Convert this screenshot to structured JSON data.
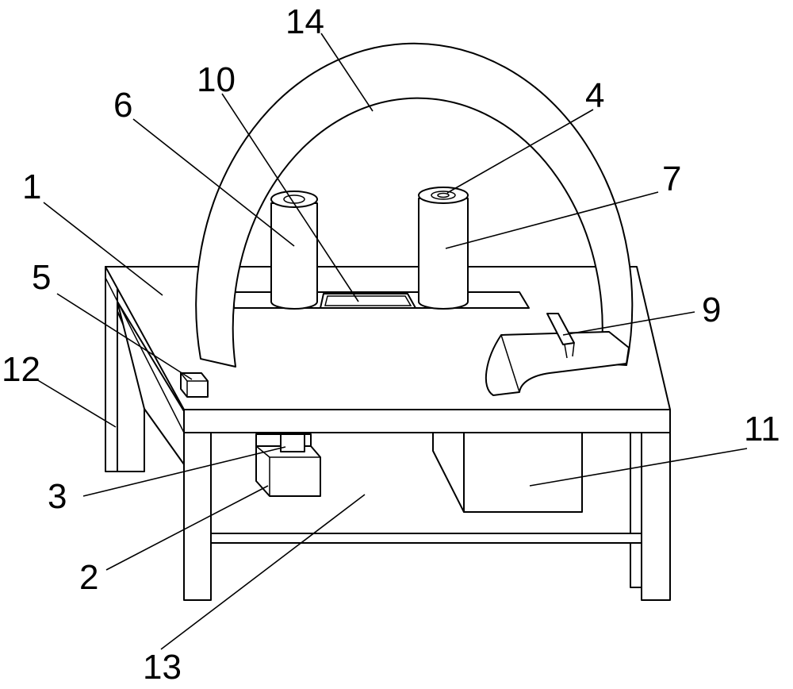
{
  "callouts": [
    {
      "id": "1",
      "text": "1"
    },
    {
      "id": "2",
      "text": "2"
    },
    {
      "id": "3",
      "text": "3"
    },
    {
      "id": "4",
      "text": "4"
    },
    {
      "id": "5",
      "text": "5"
    },
    {
      "id": "6",
      "text": "6"
    },
    {
      "id": "7",
      "text": "7"
    },
    {
      "id": "9",
      "text": "9"
    },
    {
      "id": "10",
      "text": "10"
    },
    {
      "id": "11",
      "text": "11"
    },
    {
      "id": "12",
      "text": "12"
    },
    {
      "id": "13",
      "text": "13"
    },
    {
      "id": "14",
      "text": "14"
    }
  ],
  "colors": {
    "line": "#000000",
    "background": "#ffffff"
  }
}
